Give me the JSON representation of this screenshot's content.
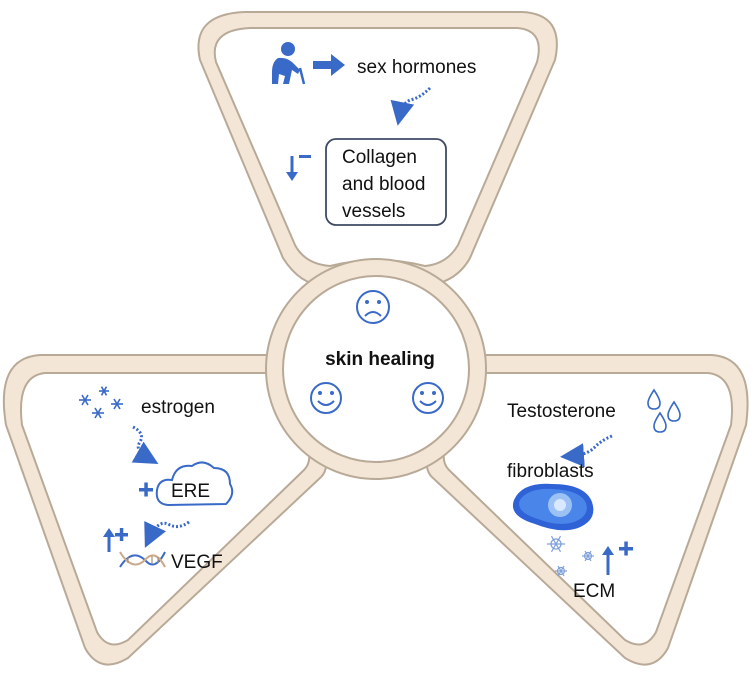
{
  "center": {
    "title": "skin healing"
  },
  "top_panel": {
    "hormones_label": "sex hormones",
    "box_line1": "Collagen",
    "box_line2": "and blood",
    "box_line3": "vessels"
  },
  "left_panel": {
    "estrogen_label": "estrogen",
    "ere_label": "ERE",
    "vegf_label": "VEGF"
  },
  "right_panel": {
    "testosterone_label": "Testosterone",
    "fibroblasts_label": "fibroblasts",
    "ecm_label": "ECM"
  },
  "icons": {
    "elderly": "elderly-person-icon",
    "sad": "sad-face-icon",
    "happy": "happy-face-icon",
    "snowflakes": "snowflake-icon",
    "cloud": "cloud-icon",
    "dna": "dna-icon",
    "droplets": "water-droplet-icon",
    "cell": "fibroblast-cell-icon"
  },
  "colors": {
    "panel_fill": "#f3e6d6",
    "panel_stroke": "#b9aa98",
    "accent_blue": "#3a6ac8"
  }
}
